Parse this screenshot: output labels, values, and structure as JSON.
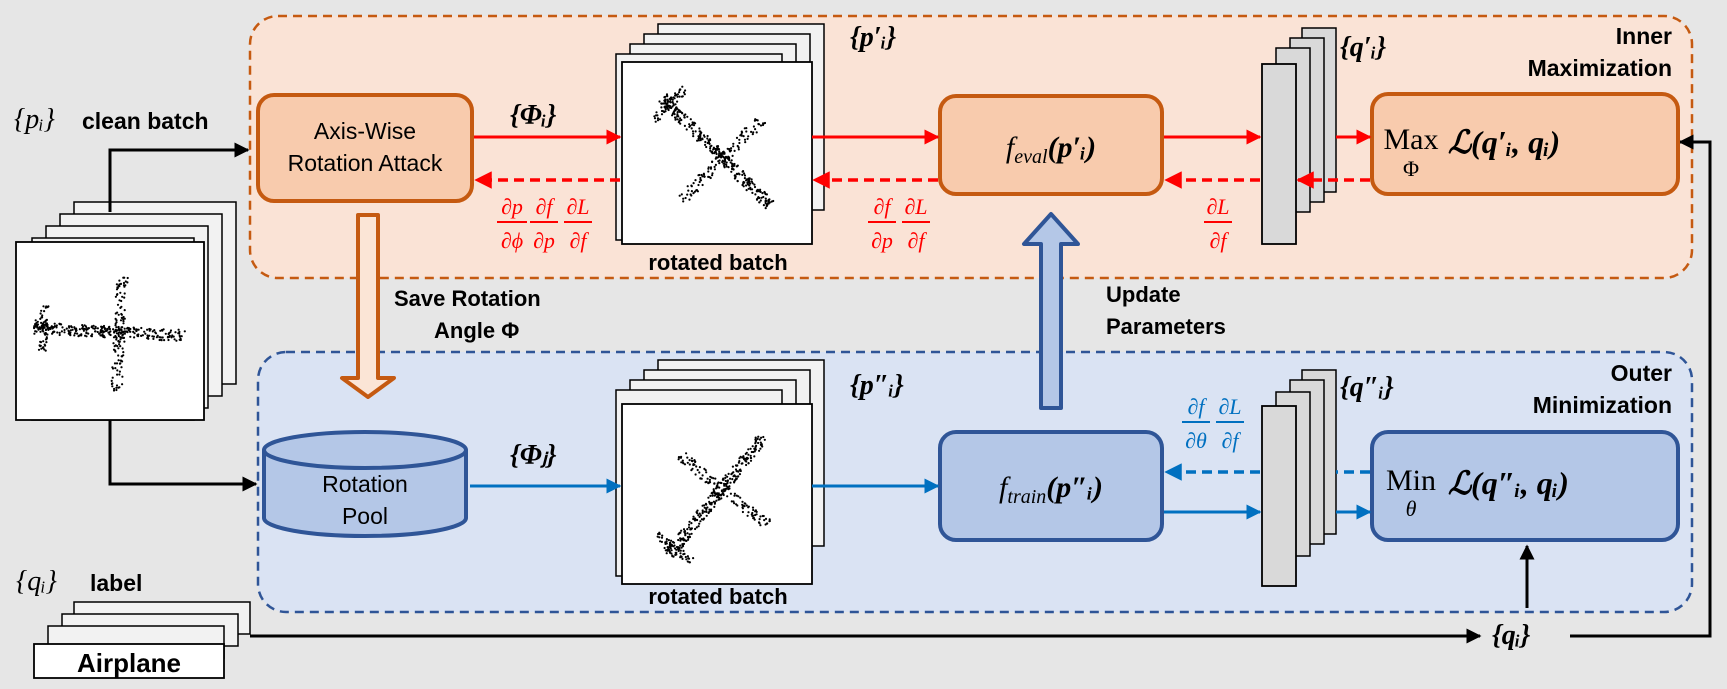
{
  "regions": {
    "inner": {
      "title_line1": "Inner",
      "title_line2": "Maximization"
    },
    "outer": {
      "title_line1": "Outer",
      "title_line2": "Minimization"
    }
  },
  "input": {
    "set_symbol": "{pᵢ}",
    "clean_batch": "clean batch",
    "label_symbol": "{qᵢ}",
    "label_text": "label",
    "label_card": "Airplane"
  },
  "attack_box": {
    "line1": "Axis-Wise",
    "line2": "Rotation Attack"
  },
  "pool_box": {
    "line1": "Rotation",
    "line2": "Pool"
  },
  "save_rotation": {
    "line1": "Save Rotation",
    "line2": "Angle Φ"
  },
  "update_params": {
    "line1": "Update",
    "line2": "Parameters"
  },
  "batches": {
    "top_caption": "rotated batch",
    "bottom_caption": "rotated batch",
    "top_set": "{p′ᵢ}",
    "bottom_set": "{p″ᵢ}"
  },
  "features": {
    "top_set": "{q′ᵢ}",
    "bottom_set": "{q″ᵢ}"
  },
  "arrows": {
    "phi_i": "{Φᵢ}",
    "phi_j": "{Φⱼ}",
    "q_i": "{qᵢ}"
  },
  "models": {
    "eval": {
      "f": "f",
      "sub": "eval",
      "arg": "(p′ᵢ)"
    },
    "train": {
      "f": "f",
      "sub": "train",
      "arg": "(p″ᵢ)"
    }
  },
  "losses": {
    "max": {
      "op": "Max",
      "under": "Φ",
      "expr": "ℒ(q′ᵢ, qᵢ)"
    },
    "min": {
      "op": "Min",
      "under": "θ",
      "expr": "ℒ(q″ᵢ, qᵢ)"
    }
  },
  "gradients": {
    "g1_num": [
      "∂p",
      "∂f",
      "∂L"
    ],
    "g1_den": [
      "∂ϕ",
      "∂p",
      "∂f"
    ],
    "g2_num": [
      "∂f",
      "∂L"
    ],
    "g2_den": [
      "∂p",
      "∂f"
    ],
    "g3_num": [
      "∂L"
    ],
    "g3_den": [
      "∂f"
    ],
    "g4_num": [
      "∂f",
      "∂L"
    ],
    "g4_den": [
      "∂θ",
      "∂f"
    ]
  },
  "colors": {
    "background": "#e6e6e6",
    "inner_fill": "#fae3d6",
    "inner_border": "#c55a11",
    "outer_fill": "#dae3f3",
    "outer_border": "#2f5597",
    "orange_box": "#f8cbad",
    "orange_box_border": "#c55a11",
    "blue_box": "#b4c7e7",
    "blue_box_border": "#2f5597",
    "red_arrow": "#ff0000",
    "blue_arrow": "#0070c0",
    "black": "#000000"
  }
}
